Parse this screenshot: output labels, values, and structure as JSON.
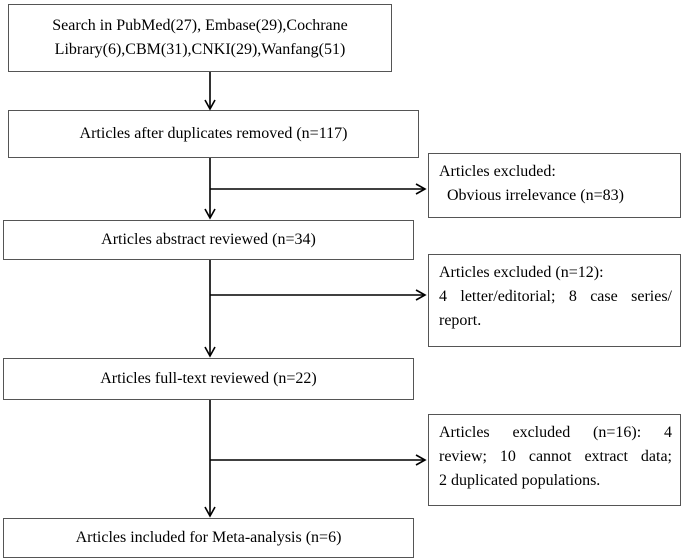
{
  "flow": {
    "search": {
      "line1": "Search in PubMed(27), Embase(29),Cochrane",
      "line2": "Library(6),CBM(31),CNKI(29),Wanfang(51)"
    },
    "duplicates_removed": "Articles after duplicates removed (n=117)",
    "abstract_reviewed": "Articles abstract reviewed (n=34)",
    "fulltext_reviewed": "Articles full-text reviewed (n=22)",
    "included": "Articles included for Meta-analysis (n=6)"
  },
  "exclusions": {
    "first": {
      "line1": "Articles excluded:",
      "line2": "Obvious irrelevance (n=83)"
    },
    "second": {
      "line1": "Articles excluded (n=12):",
      "line2": "4 letter/editorial; 8 case series/",
      "line3": "report."
    },
    "third": {
      "line1": "Articles excluded (n=16): 4",
      "line2": "review; 10 cannot extract data;",
      "line3": "2 duplicated populations."
    }
  }
}
